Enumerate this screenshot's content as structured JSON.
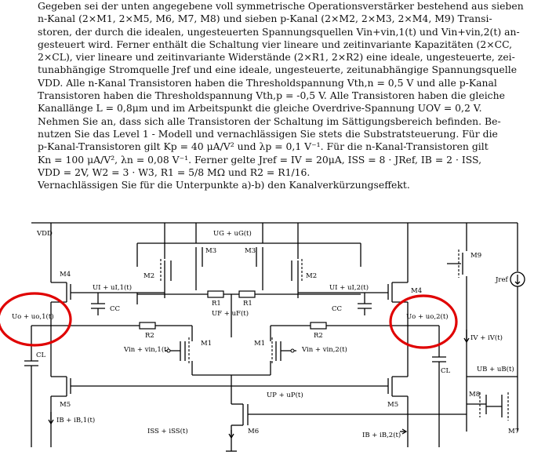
{
  "problem_text": {
    "lines": [
      "Gegeben sei der unten angegebene voll symmetrische Operationsverstärker bestehend aus sieben",
      "n-Kanal (2×M1, 2×M5, M6, M7, M8) und sieben p-Kanal (2×M2, 2×M3, 2×M4, M9) Transi-",
      "storen, der durch die idealen, ungesteuerten Spannungsquellen Vin+vin,1(t) und Vin+vin,2(t) an-",
      "gesteuert wird. Ferner enthält die Schaltung vier lineare und zeitinvariante Kapazitäten (2×CC,",
      "2×CL), vier lineare und zeitinvariante Widerstände (2×R1, 2×R2) eine ideale, ungesteuerte, zei-",
      "tunabhängige Stromquelle Jref und eine ideale, ungesteuerte, zeitunabhängige Spannungsquelle",
      "VDD. Alle n-Kanal Transistoren haben die Thresholdspannung Vth,n = 0,5 V und alle p-Kanal",
      "Transistoren haben die Thresholdspannung Vth,p = -0,5 V. Alle Transistoren haben die gleiche",
      "Kanallänge L = 0,8μm und im Arbeitspunkt die gleiche Overdrive-Spannung UOV = 0,2 V.",
      "Nehmen Sie an, dass sich alle Transistoren der Schaltung im Sättigungsbereich befinden. Be-",
      "nutzen Sie das Level 1 - Modell und vernachlässigen Sie stets die Substratsteuerung. Für die",
      "p-Kanal-Transistoren gilt Kp = 40 μA/V² und λp = 0,1 V⁻¹. Für die n-Kanal-Transistoren gilt",
      "Kn = 100 μA/V², λn = 0,08 V⁻¹. Ferner gelte Jref = IV = 20μA, ISS = 8 · JRef, IB = 2 · ISS,",
      "VDD = 2V, W2 = 3 · W3, R1 = 5/8 MΩ und R2 = R1/16.",
      "Vernachlässigen Sie für die Unterpunkte a)-b) den Kanalverkürzungseffekt."
    ]
  },
  "circuit": {
    "labels": {
      "vdd": "VDD",
      "ug": "UG + uG(t)",
      "m3_left": "M3",
      "m3_right": "M3",
      "m9": "M9",
      "m2_left": "M2",
      "m2_right": "M2",
      "m4_left": "M4",
      "m4_right": "M4",
      "jref": "Jref",
      "ui1": "UI + uI,1(t)",
      "ui2": "UI + uI,2(t)",
      "cc_left": "CC",
      "cc_right": "CC",
      "r1_left": "R1",
      "r1_right": "R1",
      "uf": "UF + uF(t)",
      "uo1": "Uo + uo,1(t)",
      "uo2": "Uo + uo,2(t)",
      "r2_left": "R2",
      "r2_right": "R2",
      "iv": "IV + iV(t)",
      "m1_left": "M1",
      "m1_right": "M1",
      "vin1": "Vin + vin,1(t)",
      "vin2": "Vin + vin,2(t)",
      "cl_left": "CL",
      "cl_right": "CL",
      "ub": "UB + uB(t)",
      "up": "UP + uP(t)",
      "m5_left": "M5",
      "m5_right": "M5",
      "m8": "M8",
      "ib1": "IB + iB,1(t)",
      "iss": "ISS + iSS(t)",
      "m6": "M6",
      "ib2": "IB + iB,2(t)",
      "m7": "M7"
    },
    "highlight_color": "#e00000"
  }
}
